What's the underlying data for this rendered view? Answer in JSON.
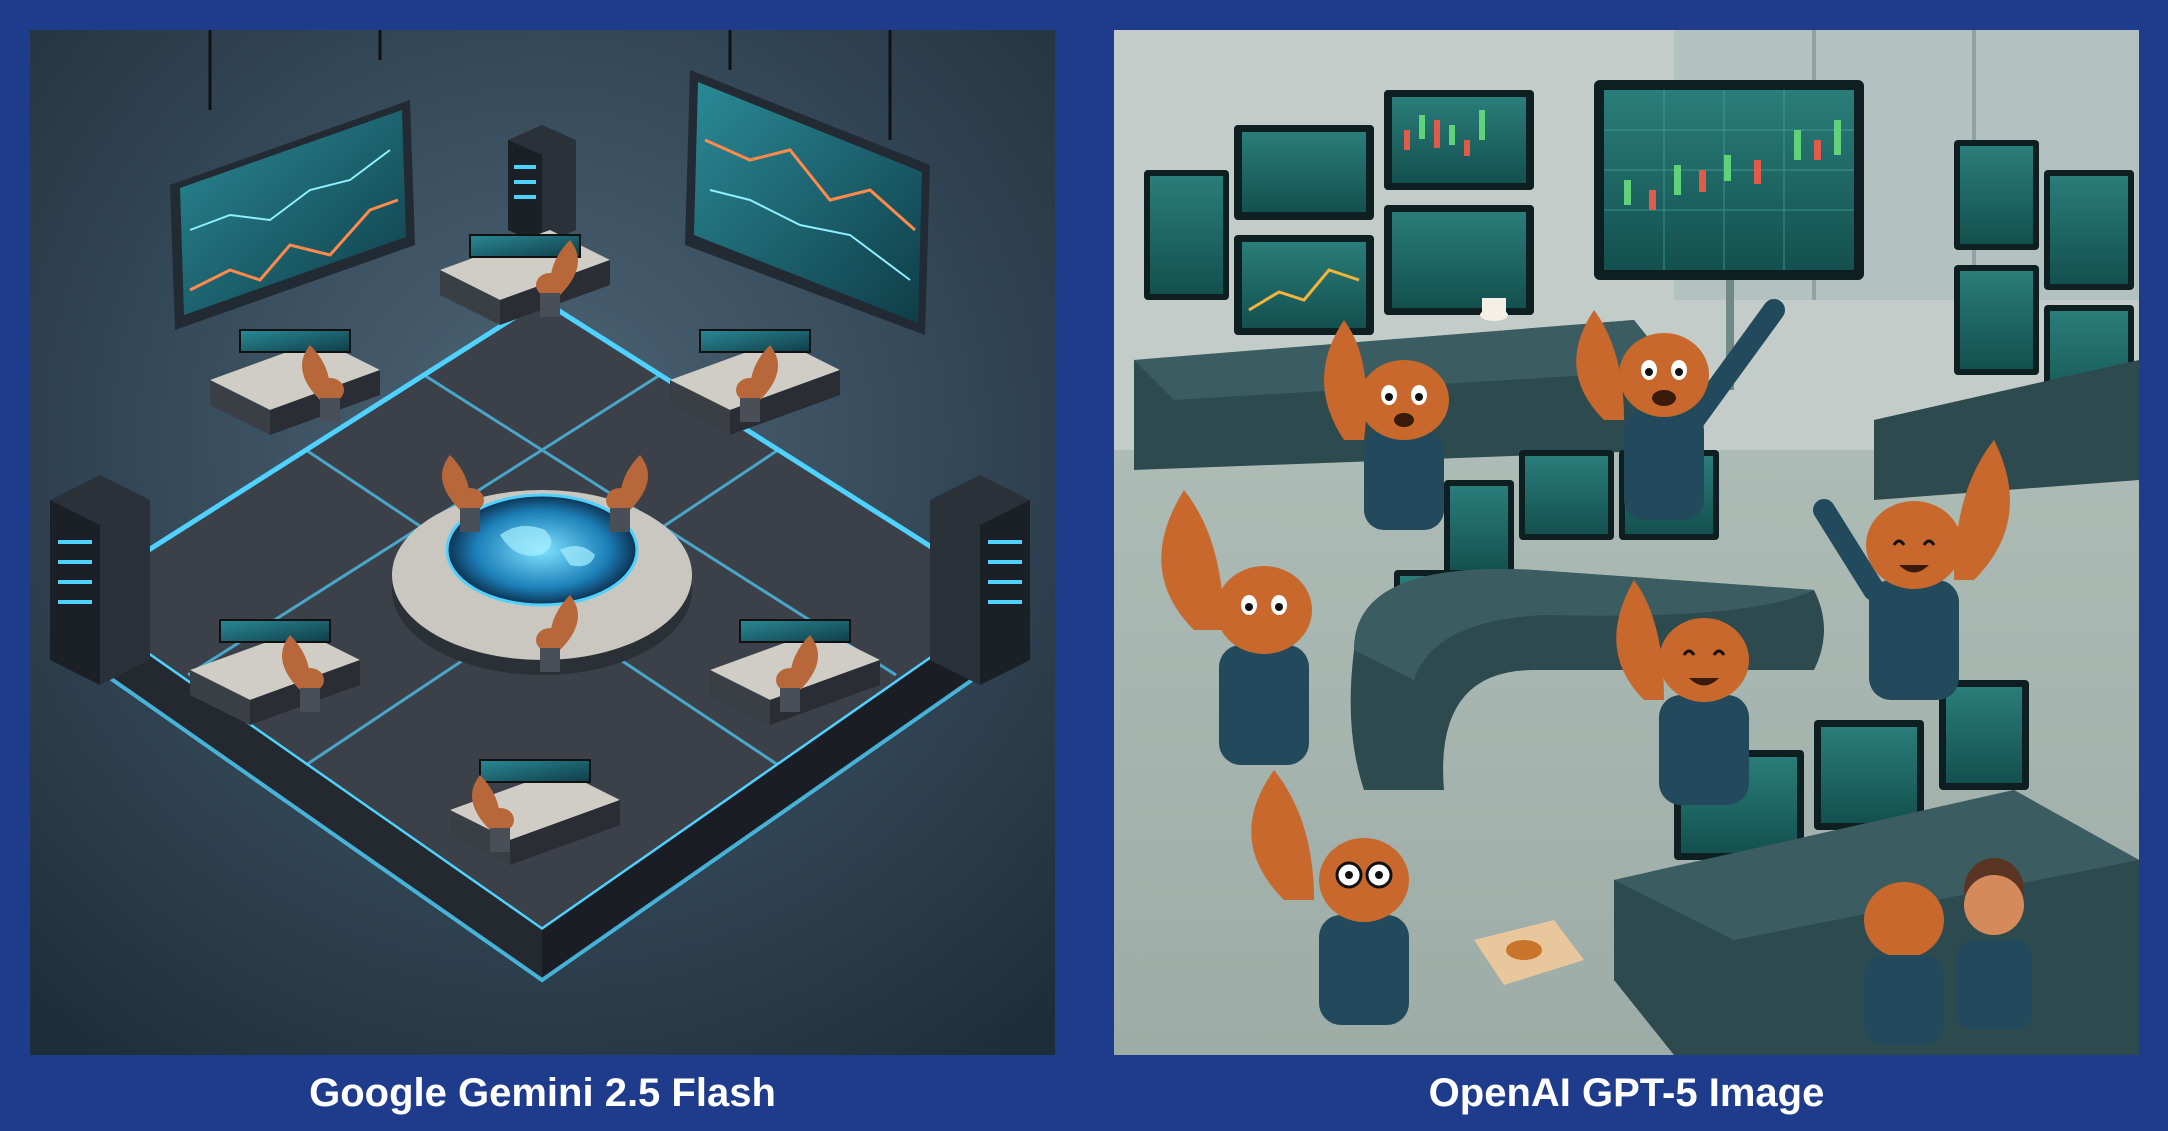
{
  "panels": [
    {
      "caption": "Google Gemini 2.5 Flash",
      "scene": "isometric trading floor with squirrel traders",
      "colors": {
        "background": "#2f4456",
        "floor": "#3a3f46",
        "glow": "#4fd2ff",
        "screen": "#1d6b78",
        "squirrel": "#b8673a"
      }
    },
    {
      "caption": "OpenAI GPT-5 Image",
      "scene": "cartoon squirrel traders around monitor desks",
      "colors": {
        "background": "#a9b8b2",
        "desk": "#2d4a4e",
        "screen": "#1f6b68",
        "squirrel": "#c8682c"
      }
    }
  ],
  "frame": {
    "background": "#1f3c8c",
    "caption_color": "#ffffff"
  }
}
